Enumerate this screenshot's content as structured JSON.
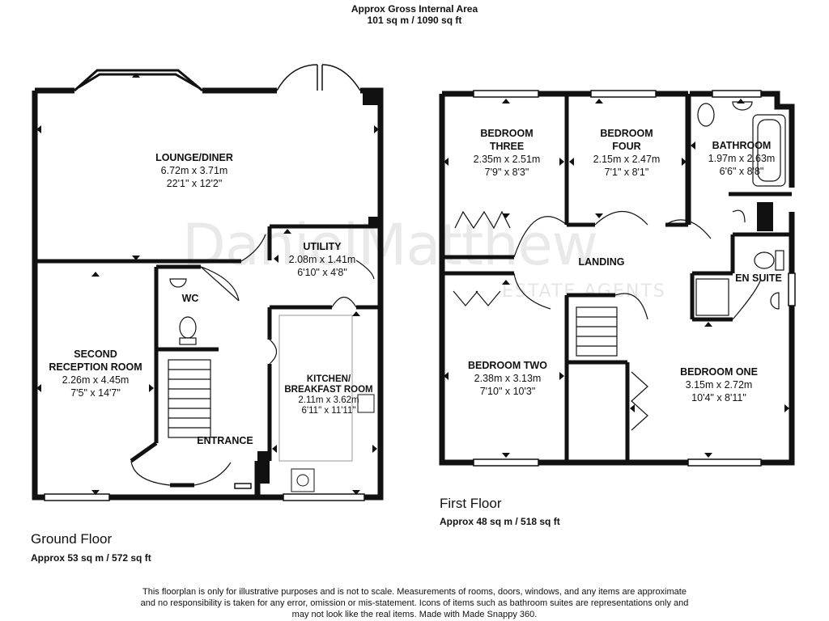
{
  "header": {
    "line1": "Approx Gross Internal Area",
    "line2": "101 sq m / 1090 sq ft"
  },
  "watermark": {
    "main": "DanielMatthew",
    "sub": "ESTATE AGENTS"
  },
  "ground_floor": {
    "title": "Ground Floor",
    "area": "Approx 53 sq m / 572 sq ft",
    "rooms": {
      "lounge": {
        "name": "LOUNGE/DINER",
        "metric": "6.72m x 3.71m",
        "imperial": "22'1\" x 12'2\""
      },
      "second_reception": {
        "name1": "SECOND",
        "name2": "RECEPTION ROOM",
        "metric": "2.26m x 4.45m",
        "imperial": "7'5\" x 14'7\""
      },
      "wc": {
        "name": "WC"
      },
      "utility": {
        "name": "UTILITY",
        "metric": "2.08m x 1.41m",
        "imperial": "6'10\" x 4'8\""
      },
      "kitchen": {
        "name1": "KITCHEN/",
        "name2": "BREAKFAST ROOM",
        "metric": "2.11m x 3.62m",
        "imperial": "6'11\" x 11'11\""
      },
      "entrance": {
        "name": "ENTRANCE"
      }
    }
  },
  "first_floor": {
    "title": "First Floor",
    "area": "Approx 48 sq m / 518 sq ft",
    "rooms": {
      "bedroom_three": {
        "name1": "BEDROOM",
        "name2": "THREE",
        "metric": "2.35m x 2.51m",
        "imperial": "7'9\" x 8'3\""
      },
      "bedroom_four": {
        "name1": "BEDROOM",
        "name2": "FOUR",
        "metric": "2.15m x 2.47m",
        "imperial": "7'1\" x 8'1\""
      },
      "bathroom": {
        "name": "BATHROOM",
        "metric": "1.97m x 2.63m",
        "imperial": "6'6\" x 8'8\""
      },
      "landing": {
        "name": "LANDING"
      },
      "en_suite": {
        "name": "EN SUITE"
      },
      "bedroom_two": {
        "name": "BEDROOM TWO",
        "metric": "2.38m x 3.13m",
        "imperial": "7'10\" x 10'3\""
      },
      "bedroom_one": {
        "name": "BEDROOM ONE",
        "metric": "3.15m x 2.72m",
        "imperial": "10'4\" x 8'11\""
      }
    }
  },
  "disclaimer": {
    "line1": "This floorplan is only for illustrative purposes and is not to scale. Measurements of rooms, doors, windows, and any items are approximate",
    "line2": "and no responsibility is taken for any error, omission or mis-statement. Icons of items such as bathroom suites are representations only and",
    "line3": "may not look like the real items. Made with Made Snappy 360."
  }
}
